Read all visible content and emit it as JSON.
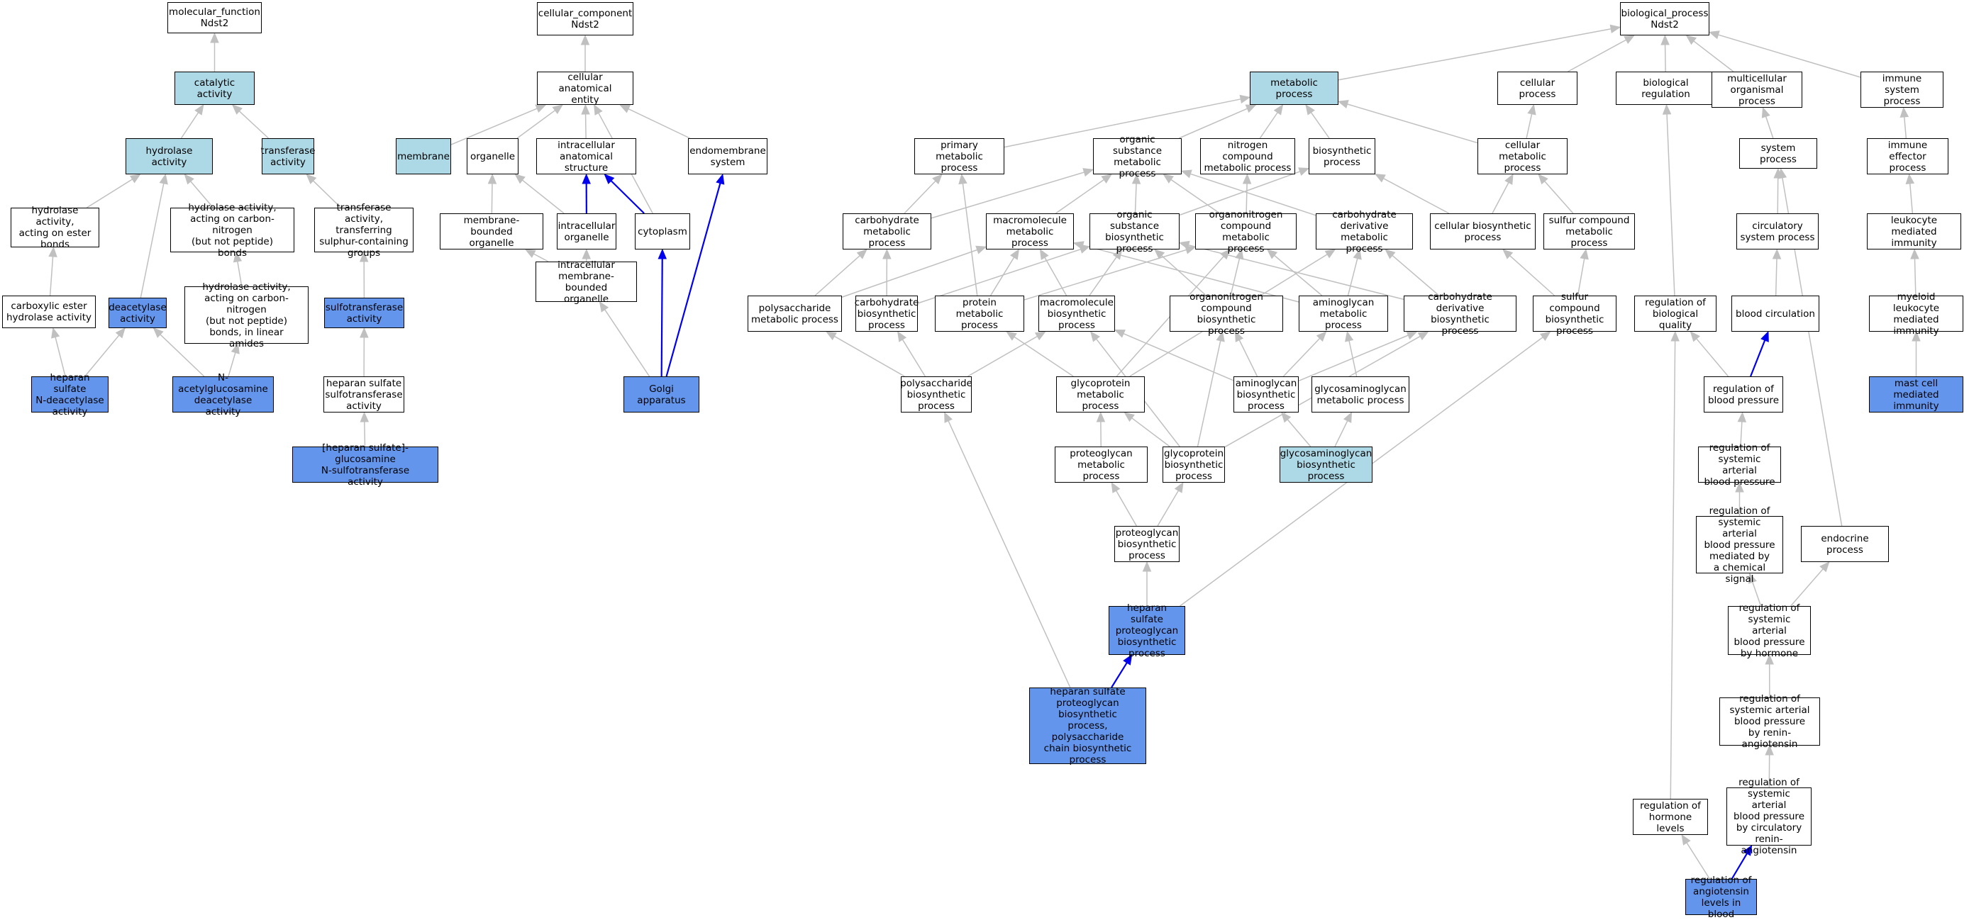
{
  "colors": {
    "white": "#ffffff",
    "light": "#add8e6",
    "blue": "#6495ed",
    "edge_gray": "#c0c0c0",
    "edge_blue": "#0000ee"
  },
  "nodes": [
    {
      "id": "mf_root",
      "label": "molecular_function\nNdst2",
      "style": "white"
    },
    {
      "id": "catalytic",
      "label": "catalytic activity",
      "style": "light"
    },
    {
      "id": "hydrolase",
      "label": "hydrolase activity",
      "style": "light"
    },
    {
      "id": "transferase",
      "label": "transferase\nactivity",
      "style": "light"
    },
    {
      "id": "hyd_ester",
      "label": "hydrolase activity,\nacting on ester\nbonds",
      "style": "white"
    },
    {
      "id": "hyd_cn",
      "label": "hydrolase activity,\nacting on carbon-nitrogen\n(but not peptide)\nbonds",
      "style": "white"
    },
    {
      "id": "trans_sulfur",
      "label": "transferase\nactivity, transferring\nsulphur-containing\ngroups",
      "style": "white"
    },
    {
      "id": "carbox_ester",
      "label": "carboxylic ester\nhydrolase activity",
      "style": "white"
    },
    {
      "id": "deacetylase",
      "label": "deacetylase\nactivity",
      "style": "blue"
    },
    {
      "id": "hyd_cn_linear",
      "label": "hydrolase activity,\nacting on carbon-nitrogen\n(but not peptide)\nbonds, in linear\namides",
      "style": "white"
    },
    {
      "id": "sulfotransferase",
      "label": "sulfotransferase\nactivity",
      "style": "blue"
    },
    {
      "id": "hs_ndeacetylase",
      "label": "heparan sulfate\nN-deacetylase\nactivity",
      "style": "blue"
    },
    {
      "id": "nacetylglucosamine",
      "label": "N-acetylglucosamine\ndeacetylase\nactivity",
      "style": "blue"
    },
    {
      "id": "hs_sulfotransferase",
      "label": "heparan sulfate\nsulfotransferase\nactivity",
      "style": "white"
    },
    {
      "id": "hs_glucosamine",
      "label": "[heparan sulfate]-glucosamine\nN-sulfotransferase\nactivity",
      "style": "blue"
    },
    {
      "id": "cc_root",
      "label": "cellular_component\nNdst2",
      "style": "white"
    },
    {
      "id": "cae",
      "label": "cellular anatomical\nentity",
      "style": "white"
    },
    {
      "id": "membrane",
      "label": "membrane",
      "style": "light"
    },
    {
      "id": "organelle",
      "label": "organelle",
      "style": "white"
    },
    {
      "id": "ias",
      "label": "intracellular\nanatomical structure",
      "style": "white"
    },
    {
      "id": "endomembrane",
      "label": "endomembrane\nsystem",
      "style": "white"
    },
    {
      "id": "mbo",
      "label": "membrane-bounded\norganelle",
      "style": "white"
    },
    {
      "id": "intra_org",
      "label": "intracellular\norganelle",
      "style": "white"
    },
    {
      "id": "cytoplasm",
      "label": "cytoplasm",
      "style": "white"
    },
    {
      "id": "imbo",
      "label": "intracellular\nmembrane-bounded\norganelle",
      "style": "white"
    },
    {
      "id": "golgi",
      "label": "Golgi apparatus",
      "style": "blue"
    },
    {
      "id": "bp_root",
      "label": "biological_process\nNdst2",
      "style": "white"
    },
    {
      "id": "metabolic",
      "label": "metabolic process",
      "style": "light"
    },
    {
      "id": "cellular_process",
      "label": "cellular process",
      "style": "white"
    },
    {
      "id": "bio_reg",
      "label": "biological regulation",
      "style": "white"
    },
    {
      "id": "multicell",
      "label": "multicellular\norganismal process",
      "style": "white"
    },
    {
      "id": "immune_sys",
      "label": "immune system\nprocess",
      "style": "white"
    },
    {
      "id": "primary_met",
      "label": "primary metabolic\nprocess",
      "style": "white"
    },
    {
      "id": "org_sub_met",
      "label": "organic substance\nmetabolic process",
      "style": "white"
    },
    {
      "id": "nitrogen_met",
      "label": "nitrogen compound\nmetabolic process",
      "style": "white"
    },
    {
      "id": "biosynthetic",
      "label": "biosynthetic\nprocess",
      "style": "white"
    },
    {
      "id": "cell_met",
      "label": "cellular metabolic\nprocess",
      "style": "white"
    },
    {
      "id": "system_proc",
      "label": "system process",
      "style": "white"
    },
    {
      "id": "immune_eff",
      "label": "immune effector\nprocess",
      "style": "white"
    },
    {
      "id": "carb_met",
      "label": "carbohydrate\nmetabolic process",
      "style": "white"
    },
    {
      "id": "macro_met",
      "label": "macromolecule\nmetabolic process",
      "style": "white"
    },
    {
      "id": "org_sub_bio",
      "label": "organic substance\nbiosynthetic\nprocess",
      "style": "white"
    },
    {
      "id": "organonit_met",
      "label": "organonitrogen\ncompound metabolic\nprocess",
      "style": "white"
    },
    {
      "id": "carb_deriv_met",
      "label": "carbohydrate\nderivative metabolic\nprocess",
      "style": "white"
    },
    {
      "id": "cell_bio",
      "label": "cellular biosynthetic\nprocess",
      "style": "white"
    },
    {
      "id": "sulfur_met",
      "label": "sulfur compound\nmetabolic process",
      "style": "white"
    },
    {
      "id": "circ_sys",
      "label": "circulatory\nsystem process",
      "style": "white"
    },
    {
      "id": "leuk_imm",
      "label": "leukocyte mediated\nimmunity",
      "style": "white"
    },
    {
      "id": "polysac_met",
      "label": "polysaccharide\nmetabolic process",
      "style": "white"
    },
    {
      "id": "carb_bio",
      "label": "carbohydrate\nbiosynthetic\nprocess",
      "style": "white"
    },
    {
      "id": "protein_met",
      "label": "protein metabolic\nprocess",
      "style": "white"
    },
    {
      "id": "macro_bio",
      "label": "macromolecule\nbiosynthetic\nprocess",
      "style": "white"
    },
    {
      "id": "organonit_bio",
      "label": "organonitrogen\ncompound biosynthetic\nprocess",
      "style": "white"
    },
    {
      "id": "aminoglycan_met",
      "label": "aminoglycan\nmetabolic process",
      "style": "white"
    },
    {
      "id": "carb_deriv_bio",
      "label": "carbohydrate\nderivative biosynthetic\nprocess",
      "style": "white"
    },
    {
      "id": "sulfur_bio",
      "label": "sulfur compound\nbiosynthetic\nprocess",
      "style": "white"
    },
    {
      "id": "reg_bio_quality",
      "label": "regulation of\nbiological quality",
      "style": "white"
    },
    {
      "id": "blood_circ",
      "label": "blood circulation",
      "style": "white"
    },
    {
      "id": "myeloid",
      "label": "myeloid leukocyte\nmediated immunity",
      "style": "white"
    },
    {
      "id": "polysac_bio",
      "label": "polysaccharide\nbiosynthetic\nprocess",
      "style": "white"
    },
    {
      "id": "glycoprotein_met",
      "label": "glycoprotein\nmetabolic process",
      "style": "white"
    },
    {
      "id": "aminoglycan_bio",
      "label": "aminoglycan\nbiosynthetic\nprocess",
      "style": "white"
    },
    {
      "id": "gag_met",
      "label": "glycosaminoglycan\nmetabolic process",
      "style": "white"
    },
    {
      "id": "reg_bp",
      "label": "regulation of\nblood pressure",
      "style": "white"
    },
    {
      "id": "mast_cell",
      "label": "mast cell mediated\nimmunity",
      "style": "blue"
    },
    {
      "id": "proteoglycan_met",
      "label": "proteoglycan\nmetabolic process",
      "style": "white"
    },
    {
      "id": "glycoprotein_bio",
      "label": "glycoprotein\nbiosynthetic\nprocess",
      "style": "white"
    },
    {
      "id": "gag_bio",
      "label": "glycosaminoglycan\nbiosynthetic\nprocess",
      "style": "light"
    },
    {
      "id": "reg_sabp",
      "label": "regulation of\nsystemic arterial\nblood pressure",
      "style": "white"
    },
    {
      "id": "reg_sabp_chem",
      "label": "regulation of\nsystemic arterial\nblood pressure\nmediated by\na chemical signal",
      "style": "white"
    },
    {
      "id": "proteoglycan_bio",
      "label": "proteoglycan\nbiosynthetic\nprocess",
      "style": "white"
    },
    {
      "id": "endocrine",
      "label": "endocrine process",
      "style": "white"
    },
    {
      "id": "hspg_bio",
      "label": "heparan sulfate\nproteoglycan\nbiosynthetic\nprocess",
      "style": "blue"
    },
    {
      "id": "reg_sabp_hormone",
      "label": "regulation of\nsystemic arterial\nblood pressure\nby hormone",
      "style": "white"
    },
    {
      "id": "hspg_polysac",
      "label": "heparan sulfate\nproteoglycan\nbiosynthetic\nprocess, polysaccharide\nchain biosynthetic\nprocess",
      "style": "blue"
    },
    {
      "id": "reg_sabp_ra",
      "label": "regulation of\nsystemic arterial\nblood pressure\nby renin-angiotensin",
      "style": "white"
    },
    {
      "id": "reg_hormone",
      "label": "regulation of\nhormone levels",
      "style": "white"
    },
    {
      "id": "reg_sabp_cra",
      "label": "regulation of\nsystemic arterial\nblood pressure\nby circulatory\nrenin-angiotensin",
      "style": "white"
    },
    {
      "id": "reg_angiotensin",
      "label": "regulation of\nangiotensin\nlevels in blood",
      "style": "blue"
    }
  ],
  "edges": [
    [
      "catalytic",
      "mf_root",
      "gray"
    ],
    [
      "hydrolase",
      "catalytic",
      "gray"
    ],
    [
      "transferase",
      "catalytic",
      "gray"
    ],
    [
      "hyd_ester",
      "hydrolase",
      "gray"
    ],
    [
      "hyd_cn",
      "hydrolase",
      "gray"
    ],
    [
      "deacetylase",
      "hydrolase",
      "gray"
    ],
    [
      "trans_sulfur",
      "transferase",
      "gray"
    ],
    [
      "carbox_ester",
      "hyd_ester",
      "gray"
    ],
    [
      "hyd_cn_linear",
      "hyd_cn",
      "gray"
    ],
    [
      "sulfotransferase",
      "trans_sulfur",
      "gray"
    ],
    [
      "hs_ndeacetylase",
      "carbox_ester",
      "gray"
    ],
    [
      "hs_ndeacetylase",
      "deacetylase",
      "gray"
    ],
    [
      "nacetylglucosamine",
      "deacetylase",
      "gray"
    ],
    [
      "nacetylglucosamine",
      "hyd_cn_linear",
      "gray"
    ],
    [
      "hs_sulfotransferase",
      "sulfotransferase",
      "gray"
    ],
    [
      "hs_glucosamine",
      "hs_sulfotransferase",
      "gray"
    ],
    [
      "cae",
      "cc_root",
      "gray"
    ],
    [
      "membrane",
      "cae",
      "gray"
    ],
    [
      "organelle",
      "cae",
      "gray"
    ],
    [
      "ias",
      "cae",
      "gray"
    ],
    [
      "endomembrane",
      "cae",
      "gray"
    ],
    [
      "cytoplasm",
      "cae",
      "gray"
    ],
    [
      "mbo",
      "organelle",
      "gray"
    ],
    [
      "intra_org",
      "organelle",
      "gray"
    ],
    [
      "intra_org",
      "ias",
      "blue"
    ],
    [
      "cytoplasm",
      "ias",
      "blue"
    ],
    [
      "imbo",
      "mbo",
      "gray"
    ],
    [
      "imbo",
      "intra_org",
      "gray"
    ],
    [
      "golgi",
      "imbo",
      "gray"
    ],
    [
      "golgi",
      "cytoplasm",
      "blue"
    ],
    [
      "golgi",
      "endomembrane",
      "blue"
    ],
    [
      "metabolic",
      "bp_root",
      "gray"
    ],
    [
      "cellular_process",
      "bp_root",
      "gray"
    ],
    [
      "bio_reg",
      "bp_root",
      "gray"
    ],
    [
      "multicell",
      "bp_root",
      "gray"
    ],
    [
      "immune_sys",
      "bp_root",
      "gray"
    ],
    [
      "primary_met",
      "metabolic",
      "gray"
    ],
    [
      "org_sub_met",
      "metabolic",
      "gray"
    ],
    [
      "nitrogen_met",
      "metabolic",
      "gray"
    ],
    [
      "biosynthetic",
      "metabolic",
      "gray"
    ],
    [
      "cell_met",
      "metabolic",
      "gray"
    ],
    [
      "cell_met",
      "cellular_process",
      "gray"
    ],
    [
      "system_proc",
      "multicell",
      "gray"
    ],
    [
      "immune_eff",
      "immune_sys",
      "gray"
    ],
    [
      "carb_met",
      "primary_met",
      "gray"
    ],
    [
      "carb_met",
      "org_sub_met",
      "gray"
    ],
    [
      "macro_met",
      "org_sub_met",
      "gray"
    ],
    [
      "org_sub_bio",
      "org_sub_met",
      "gray"
    ],
    [
      "org_sub_bio",
      "biosynthetic",
      "gray"
    ],
    [
      "organonit_met",
      "org_sub_met",
      "gray"
    ],
    [
      "organonit_met",
      "nitrogen_met",
      "gray"
    ],
    [
      "carb_deriv_met",
      "org_sub_met",
      "gray"
    ],
    [
      "cell_bio",
      "biosynthetic",
      "gray"
    ],
    [
      "cell_bio",
      "cell_met",
      "gray"
    ],
    [
      "sulfur_met",
      "cell_met",
      "gray"
    ],
    [
      "circ_sys",
      "system_proc",
      "gray"
    ],
    [
      "leuk_imm",
      "immune_eff",
      "gray"
    ],
    [
      "polysac_met",
      "carb_met",
      "gray"
    ],
    [
      "polysac_met",
      "macro_met",
      "gray"
    ],
    [
      "carb_bio",
      "carb_met",
      "gray"
    ],
    [
      "carb_bio",
      "org_sub_bio",
      "gray"
    ],
    [
      "protein_met",
      "primary_met",
      "gray"
    ],
    [
      "protein_met",
      "macro_met",
      "gray"
    ],
    [
      "protein_met",
      "organonit_met",
      "gray"
    ],
    [
      "macro_bio",
      "macro_met",
      "gray"
    ],
    [
      "macro_bio",
      "org_sub_bio",
      "gray"
    ],
    [
      "organonit_bio",
      "org_sub_bio",
      "gray"
    ],
    [
      "organonit_bio",
      "organonit_met",
      "gray"
    ],
    [
      "aminoglycan_met",
      "carb_deriv_met",
      "gray"
    ],
    [
      "aminoglycan_met",
      "macro_met",
      "gray"
    ],
    [
      "aminoglycan_met",
      "organonit_met",
      "gray"
    ],
    [
      "carb_deriv_bio",
      "carb_deriv_met",
      "gray"
    ],
    [
      "carb_deriv_bio",
      "org_sub_bio",
      "gray"
    ],
    [
      "sulfur_bio",
      "sulfur_met",
      "gray"
    ],
    [
      "sulfur_bio",
      "cell_bio",
      "gray"
    ],
    [
      "reg_bio_quality",
      "bio_reg",
      "gray"
    ],
    [
      "blood_circ",
      "circ_sys",
      "gray"
    ],
    [
      "myeloid",
      "leuk_imm",
      "gray"
    ],
    [
      "polysac_bio",
      "polysac_met",
      "gray"
    ],
    [
      "polysac_bio",
      "carb_bio",
      "gray"
    ],
    [
      "polysac_bio",
      "macro_bio",
      "gray"
    ],
    [
      "glycoprotein_met",
      "protein_met",
      "gray"
    ],
    [
      "glycoprotein_met",
      "organonit_met",
      "gray"
    ],
    [
      "glycoprotein_met",
      "carb_deriv_met",
      "gray"
    ],
    [
      "aminoglycan_bio",
      "aminoglycan_met",
      "gray"
    ],
    [
      "aminoglycan_bio",
      "macro_bio",
      "gray"
    ],
    [
      "aminoglycan_bio",
      "organonit_bio",
      "gray"
    ],
    [
      "aminoglycan_bio",
      "carb_deriv_bio",
      "gray"
    ],
    [
      "gag_met",
      "aminoglycan_met",
      "gray"
    ],
    [
      "reg_bp",
      "reg_bio_quality",
      "gray"
    ],
    [
      "reg_bp",
      "blood_circ",
      "blue"
    ],
    [
      "mast_cell",
      "myeloid",
      "gray"
    ],
    [
      "proteoglycan_met",
      "glycoprotein_met",
      "gray"
    ],
    [
      "glycoprotein_bio",
      "glycoprotein_met",
      "gray"
    ],
    [
      "glycoprotein_bio",
      "macro_bio",
      "gray"
    ],
    [
      "glycoprotein_bio",
      "organonit_bio",
      "gray"
    ],
    [
      "glycoprotein_bio",
      "carb_deriv_bio",
      "gray"
    ],
    [
      "gag_bio",
      "aminoglycan_bio",
      "gray"
    ],
    [
      "gag_bio",
      "gag_met",
      "gray"
    ],
    [
      "reg_sabp",
      "reg_bp",
      "gray"
    ],
    [
      "reg_sabp_chem",
      "reg_sabp",
      "gray"
    ],
    [
      "proteoglycan_bio",
      "proteoglycan_met",
      "gray"
    ],
    [
      "proteoglycan_bio",
      "glycoprotein_bio",
      "gray"
    ],
    [
      "endocrine",
      "system_proc",
      "gray"
    ],
    [
      "hspg_bio",
      "proteoglycan_bio",
      "gray"
    ],
    [
      "hspg_bio",
      "sulfur_bio",
      "gray"
    ],
    [
      "reg_sabp_hormone",
      "reg_sabp_chem",
      "gray"
    ],
    [
      "reg_sabp_hormone",
      "endocrine",
      "gray"
    ],
    [
      "hspg_polysac",
      "hspg_bio",
      "blue"
    ],
    [
      "hspg_polysac",
      "polysac_bio",
      "gray"
    ],
    [
      "reg_sabp_ra",
      "reg_sabp_hormone",
      "gray"
    ],
    [
      "reg_hormone",
      "reg_bio_quality",
      "gray"
    ],
    [
      "reg_sabp_cra",
      "reg_sabp_ra",
      "gray"
    ],
    [
      "reg_angiotensin",
      "reg_hormone",
      "gray"
    ],
    [
      "reg_angiotensin",
      "reg_sabp_cra",
      "blue"
    ]
  ]
}
